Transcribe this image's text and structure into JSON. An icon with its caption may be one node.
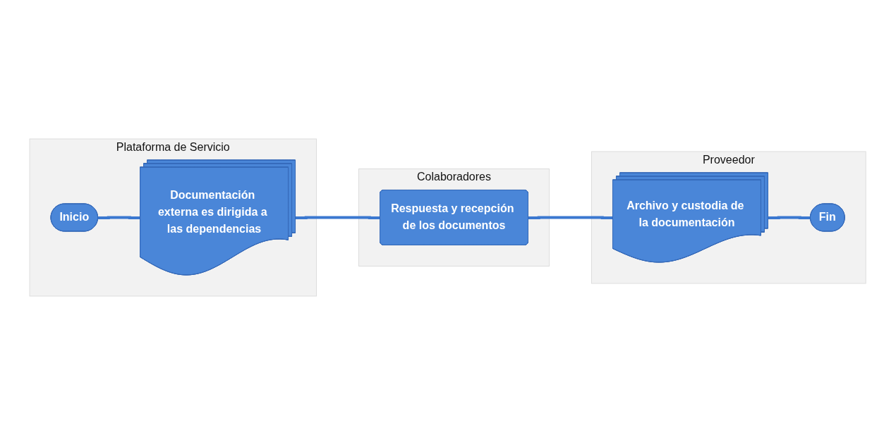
{
  "diagram": {
    "nodes": [
      {
        "text": [
          "Plataforma de Servicio"
        ]
      },
      {
        "text": [
          "Inicio"
        ],
        "in": 0
      },
      {
        "text": [
          "Documentación externa es dirigida a las dependencias"
        ],
        "in": 0
      },
      {
        "text": [
          "Colaboradores"
        ]
      },
      {
        "text": [
          "Respuesta y recepción de los documentos"
        ],
        "in": 3
      },
      {
        "text": [
          "Proveedor"
        ]
      },
      {
        "text": [
          "Archivo y custodia de la documentación"
        ],
        "in": 5
      },
      {
        "text": [
          "Fin"
        ],
        "in": 5
      }
    ],
    "edges": [
      {
        "from": 1,
        "to": 2,
        "arrow": "none"
      },
      {
        "from": 2,
        "to": 4,
        "arrow": "none"
      },
      {
        "from": 4,
        "to": 6,
        "arrow": "none"
      },
      {
        "from": 6,
        "to": 7,
        "arrow": "none"
      }
    ]
  }
}
